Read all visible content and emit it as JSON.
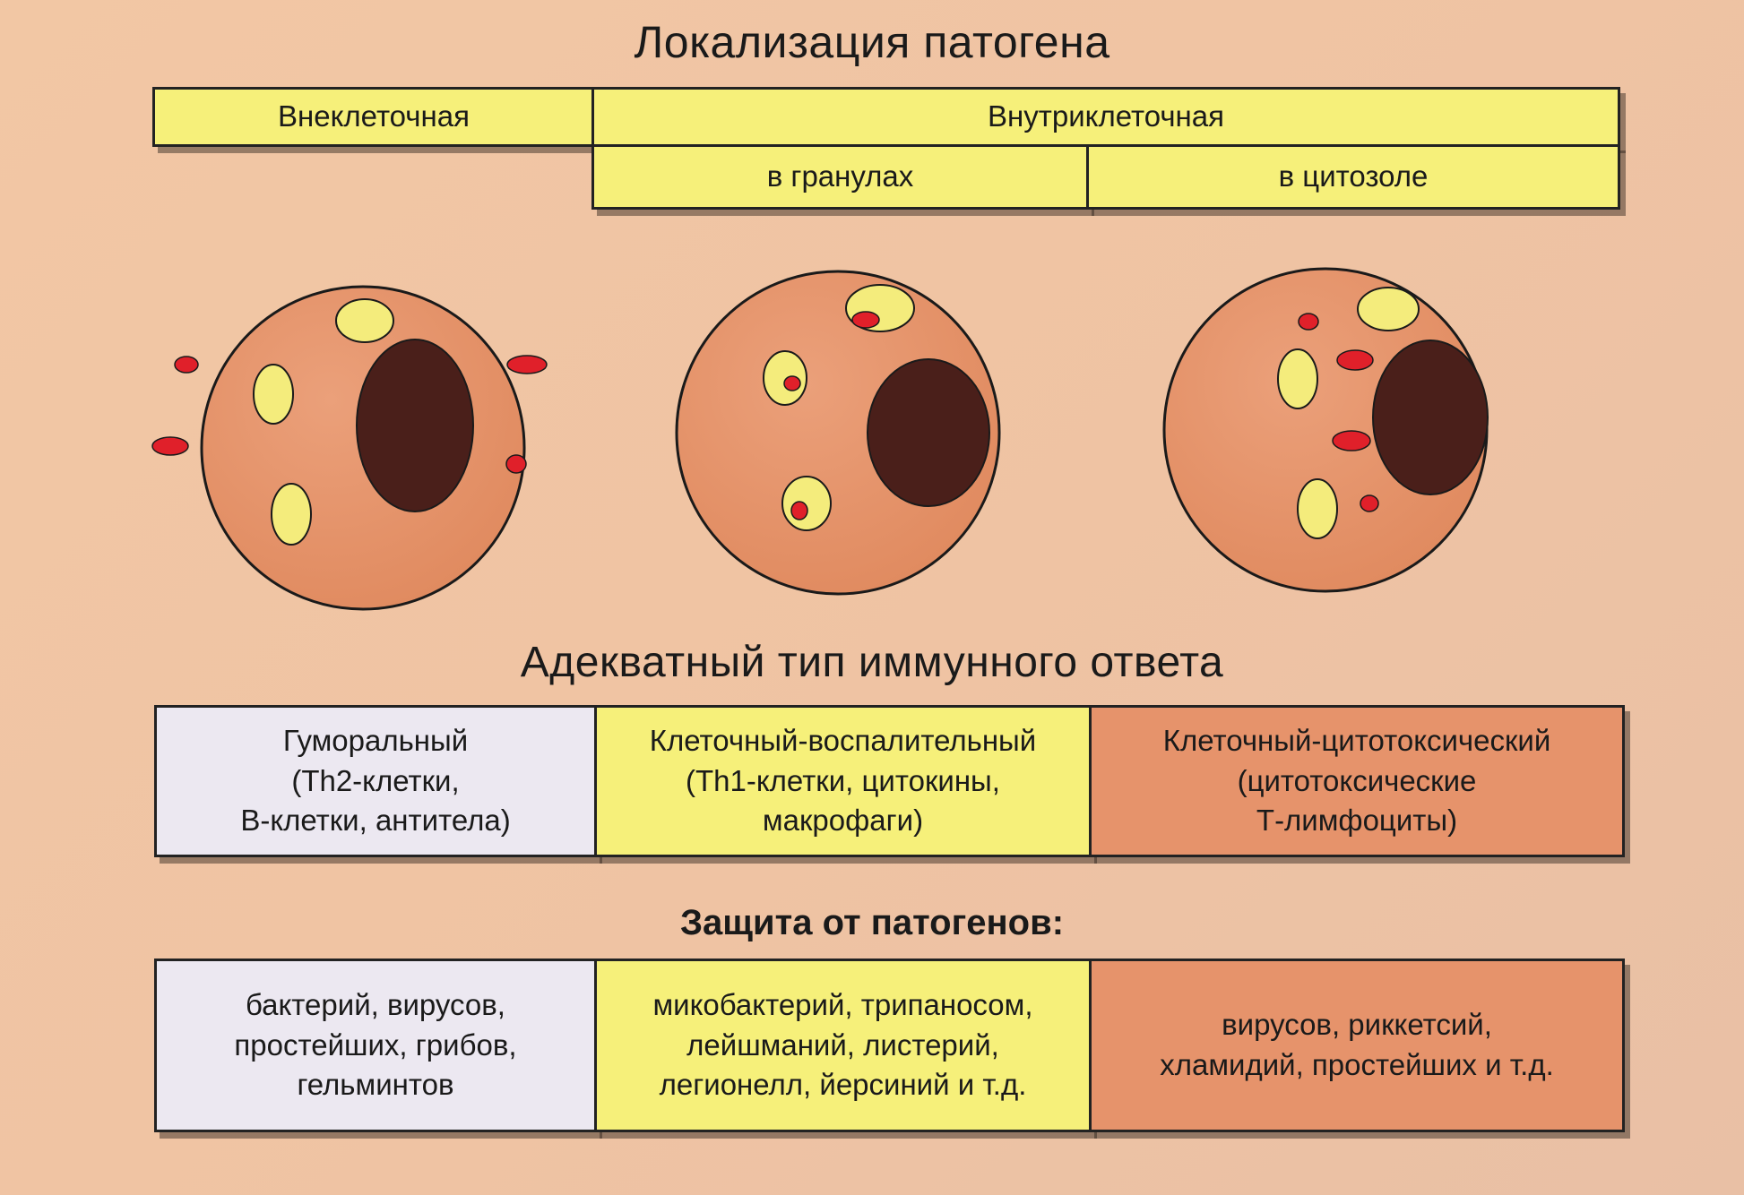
{
  "localization": {
    "title": "Локализация патогена",
    "extracellular": "Внеклеточная",
    "intracellular": "Внутриклеточная",
    "in_granules": "в гранулах",
    "in_cytosol": "в цитозоле"
  },
  "response": {
    "title": "Адекватный тип иммунного ответа",
    "types": [
      "Гуморальный\n(Th2-клетки,\nB-клетки, антитела)",
      "Клеточный-воспалительный\n(Th1-клетки, цитокины,\nмакрофаги)",
      "Клеточный-цитотоксический\n(цитотоксические\nТ-лимфоциты)"
    ]
  },
  "protection": {
    "title": "Защита от патогенов:",
    "items": [
      "бактерий, вирусов,\nпростейших, грибов,\nгельминтов",
      "микобактерий, трипаносом,\nлейшманий, листерий,\nлегионелл, йерсиний и т.д.",
      "вирусов, риккетсий,\nхламидий, простейших и т.д."
    ]
  },
  "colors": {
    "background": "#f2c7a4",
    "yellow_box": "#f6f07a",
    "lavender_box": "#ece8f1",
    "salmon_box": "#e6936b",
    "cell_body": "#e8976c",
    "nucleus": "#4a1f1a",
    "granule": "#f4ec7c",
    "pathogen": "#e0202a"
  }
}
